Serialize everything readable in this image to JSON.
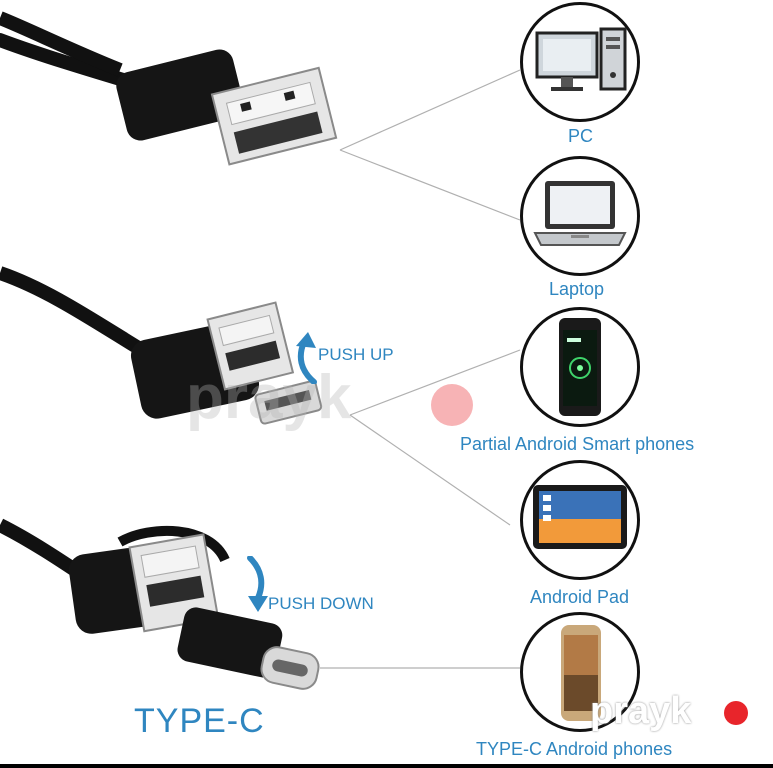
{
  "devices": [
    {
      "id": "pc",
      "label": "PC",
      "icon": "desktop-pc-icon"
    },
    {
      "id": "laptop",
      "label": "Laptop",
      "icon": "laptop-icon"
    },
    {
      "id": "phone",
      "label": "Partial Android Smart phones",
      "icon": "smartphone-icon"
    },
    {
      "id": "pad",
      "label": "Android Pad",
      "icon": "tablet-icon"
    },
    {
      "id": "typec",
      "label": "TYPE-C Android phones",
      "icon": "typec-phone-icon"
    }
  ],
  "arrows": {
    "push_up": "PUSH UP",
    "push_down": "PUSH DOWN"
  },
  "type_c_title": "TYPE-C",
  "watermark": {
    "text_center": "prayk",
    "text_corner": "prayk"
  },
  "colors": {
    "accent": "#2f86c0",
    "watermark_dot": "#e8252b"
  }
}
